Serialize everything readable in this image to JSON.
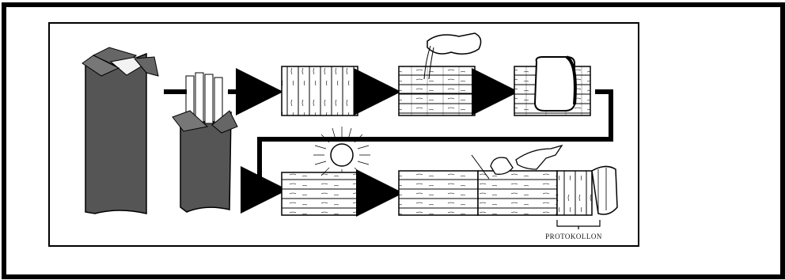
{
  "figure": {
    "bracket_label": "PROTOKOLLON",
    "colors": {
      "ink": "#000000",
      "bag": "#555555",
      "paper": "#ffffff",
      "frame": "#000000"
    },
    "steps": [
      "papyrus-stalks-in-bag",
      "cut-stalks",
      "vertical-strips-layer",
      "pouring-water-on-cross-layer",
      "pressing-with-roller",
      "drying-in-sun",
      "joining-sheets-into-roll"
    ]
  }
}
